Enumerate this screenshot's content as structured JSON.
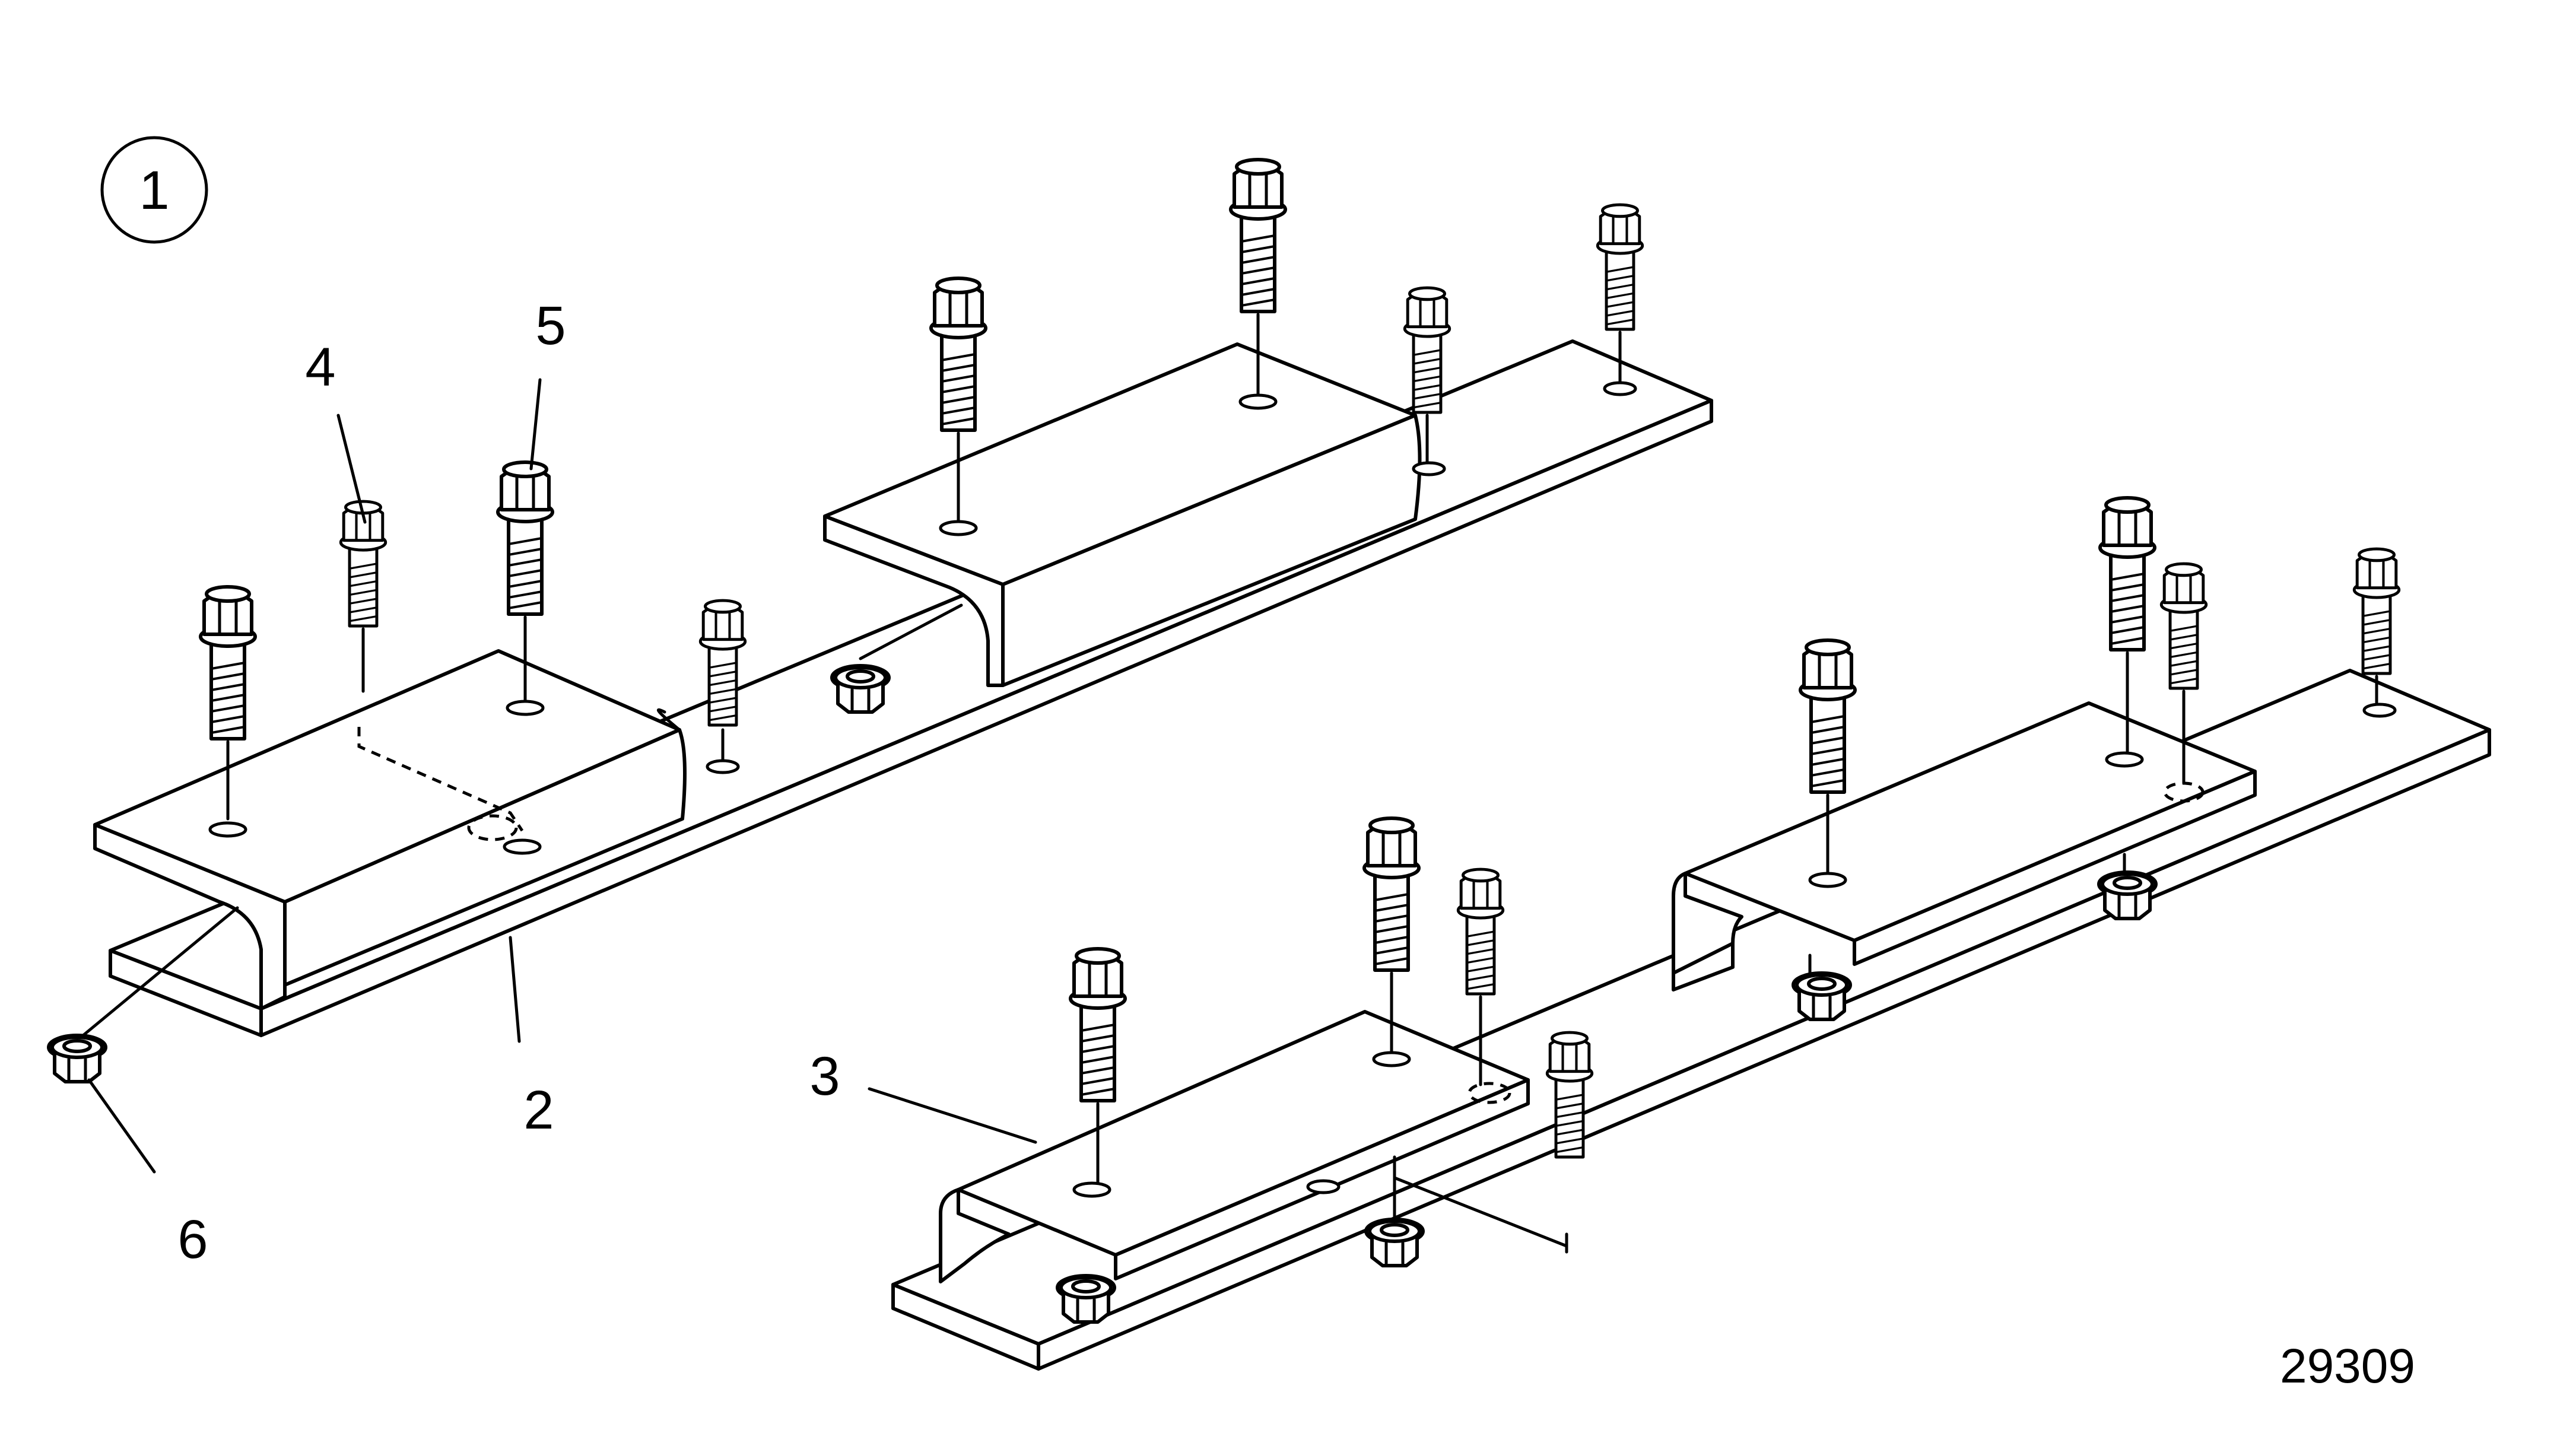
{
  "figure": {
    "view_number": "1",
    "drawing_number": "29309",
    "callouts": [
      "2",
      "3",
      "4",
      "5",
      "6"
    ]
  }
}
